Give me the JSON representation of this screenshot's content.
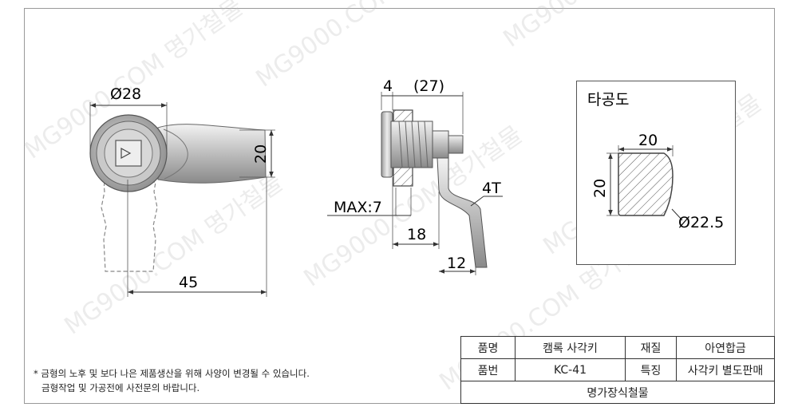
{
  "drawing": {
    "front_view": {
      "diameter": "Ø28",
      "height": "20",
      "length": "45"
    },
    "side_view": {
      "thickness": "4",
      "length": "(27)",
      "max_panel": "MAX:7",
      "depth": "18",
      "cam_offset": "12",
      "cam_thickness": "4T"
    },
    "cutout": {
      "title": "타공도",
      "width": "20",
      "height": "20",
      "diameter": "Ø22.5"
    }
  },
  "watermark": "MG9000.COM 명가철물",
  "notes": {
    "line1": "* 금형의 노후 및 보다 나은 제품생산을 위해 사양이 변경될 수 있습니다.",
    "line2": "금형작업 및 가공전에 사전문의 바랍니다."
  },
  "spec_table": {
    "name_label": "품명",
    "name_value": "캠록 사각키",
    "material_label": "재질",
    "material_value": "아연합금",
    "part_label": "품번",
    "part_value": "KC-41",
    "feature_label": "특징",
    "feature_value": "사각키 별도판매",
    "company": "명가장식철물"
  }
}
